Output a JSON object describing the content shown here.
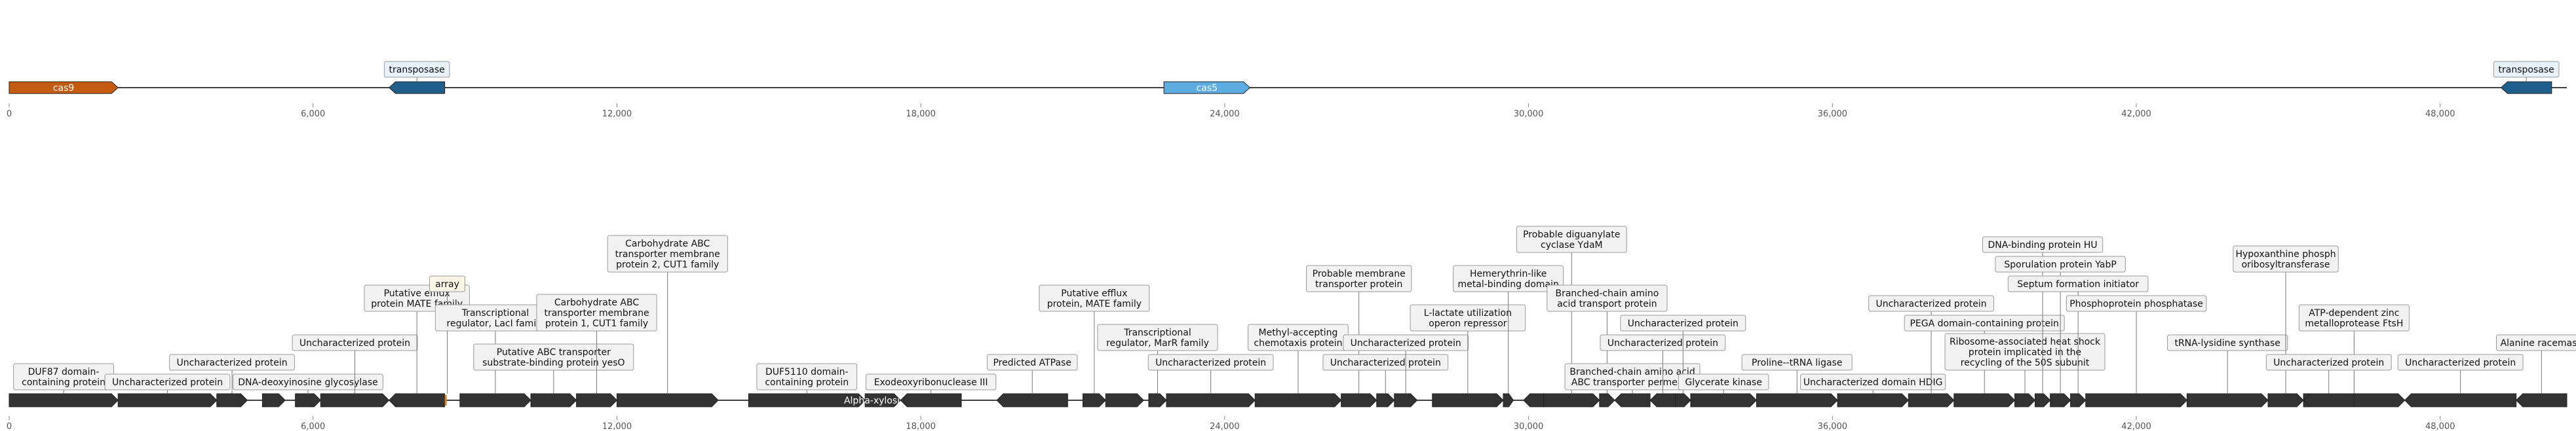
{
  "colors": {
    "backbone": "#000000",
    "gene_default": "#333333",
    "cas9": "#c55a11",
    "cas5": "#5dade2",
    "transposase": "#1f5f8b",
    "array": "#e67e22",
    "label_box": "#f2f2f2",
    "label_border": "#999999",
    "tick_text": "#555555"
  },
  "top_track": {
    "axis": {
      "min": 0,
      "max": 50500,
      "ticks": [
        {
          "value": 0,
          "label": "0"
        },
        {
          "value": 6000,
          "label": "6,000"
        },
        {
          "value": 12000,
          "label": "12,000"
        },
        {
          "value": 18000,
          "label": "18,000"
        },
        {
          "value": 24000,
          "label": "24,000"
        },
        {
          "value": 30000,
          "label": "30,000"
        },
        {
          "value": 36000,
          "label": "36,000"
        },
        {
          "value": 42000,
          "label": "42,000"
        },
        {
          "value": 48000,
          "label": "48,000"
        }
      ]
    },
    "genes": [
      {
        "start": 0,
        "end": 2150,
        "strand": 1,
        "name": "cas9",
        "color_key": "cas9",
        "display": "inside"
      },
      {
        "start": 7500,
        "end": 8600,
        "strand": -1,
        "name": "transposase",
        "color_key": "transposase",
        "display": "above",
        "level": 0
      },
      {
        "start": 22800,
        "end": 24500,
        "strand": 1,
        "name": "cas5",
        "color_key": "cas5",
        "display": "inside"
      },
      {
        "start": 49200,
        "end": 50200,
        "strand": -1,
        "name": "transposase",
        "color_key": "transposase",
        "display": "above",
        "level": 0
      }
    ]
  },
  "bottom_track": {
    "axis": {
      "min": 0,
      "max": 50500,
      "ticks": [
        {
          "value": 0,
          "label": "0"
        },
        {
          "value": 6000,
          "label": "6,000"
        },
        {
          "value": 12000,
          "label": "12,000"
        },
        {
          "value": 18000,
          "label": "18,000"
        },
        {
          "value": 24000,
          "label": "24,000"
        },
        {
          "value": 30000,
          "label": "30,000"
        },
        {
          "value": 36000,
          "label": "36,000"
        },
        {
          "value": 42000,
          "label": "42,000"
        },
        {
          "value": 48000,
          "label": "48,000"
        }
      ]
    },
    "genes": [
      {
        "start": 0,
        "end": 2150,
        "strand": 1,
        "name": "DUF87 domain-|containing protein",
        "display": "above",
        "level": 0
      },
      {
        "start": 2150,
        "end": 4100,
        "strand": 1,
        "name": "Uncharacterized protein",
        "display": "above",
        "level": 0
      },
      {
        "start": 4100,
        "end": 4700,
        "strand": 1,
        "name": "Uncharacterized protein",
        "display": "above",
        "level": 1
      },
      {
        "start": 4100,
        "end": 4700,
        "strand": 1,
        "name": "",
        "display": "none"
      },
      {
        "start": 5000,
        "end": 5450,
        "strand": 1,
        "name": "",
        "display": "none"
      },
      {
        "start": 5650,
        "end": 6150,
        "strand": 1,
        "name": "DNA-deoxyinosine glycosylase",
        "display": "above",
        "level": 0
      },
      {
        "start": 6150,
        "end": 7500,
        "strand": 1,
        "name": "Uncharacterized protein",
        "display": "above",
        "level": 2
      },
      {
        "start": 7500,
        "end": 8600,
        "strand": -1,
        "name": "Putative efflux|protein MATE family",
        "display": "above",
        "level": 4
      },
      {
        "start": 8600,
        "end": 8700,
        "strand": 1,
        "name": "array",
        "color_key": "array",
        "display": "above",
        "level": 5,
        "box": "array"
      },
      {
        "start": 8900,
        "end": 10300,
        "strand": 1,
        "name": "Transcriptional|regulator, LacI family",
        "display": "above",
        "level": 3
      },
      {
        "start": 10300,
        "end": 11200,
        "strand": 1,
        "name": "Putative ABC transporter|substrate-binding protein yesO",
        "display": "above",
        "level": 1
      },
      {
        "start": 11200,
        "end": 12000,
        "strand": 1,
        "name": "Carbohydrate ABC|transporter membrane|protein 1, CUT1 family",
        "display": "above",
        "level": 3
      },
      {
        "start": 12000,
        "end": 14000,
        "strand": 1,
        "name": "Carbohydrate ABC|transporter membrane|protein 2, CUT1 family",
        "display": "above",
        "level": 6
      },
      {
        "start": 14600,
        "end": 16900,
        "strand": 1,
        "name": "DUF5110 domain-|containing protein",
        "display": "above",
        "level": 0
      },
      {
        "start": 16900,
        "end": 17600,
        "strand": 1,
        "name": "Alpha-xylosidase",
        "display": "inside"
      },
      {
        "start": 17600,
        "end": 18800,
        "strand": -1,
        "name": "Exodeoxyribonuclease III",
        "display": "above",
        "level": 0
      },
      {
        "start": 19500,
        "end": 20900,
        "strand": -1,
        "name": "Predicted ATPase",
        "display": "above",
        "level": 1
      },
      {
        "start": 21200,
        "end": 21650,
        "strand": 1,
        "name": "Putative efflux|protein, MATE family",
        "display": "above",
        "level": 4
      },
      {
        "start": 21650,
        "end": 22400,
        "strand": 1,
        "name": "",
        "display": "none"
      },
      {
        "start": 22500,
        "end": 22850,
        "strand": 1,
        "name": "Transcriptional|regulator, MarR family",
        "display": "above",
        "level": 2
      },
      {
        "start": 22850,
        "end": 24600,
        "strand": 1,
        "name": "Uncharacterized protein",
        "display": "above",
        "level": 1
      },
      {
        "start": 24600,
        "end": 26300,
        "strand": 1,
        "name": "Methyl-accepting|chemotaxis protein",
        "display": "above",
        "level": 2
      },
      {
        "start": 26300,
        "end": 27000,
        "strand": 1,
        "name": "Probable membrane|transporter protein",
        "display": "above",
        "level": 5
      },
      {
        "start": 27000,
        "end": 27350,
        "strand": 1,
        "name": "Uncharacterized protein",
        "display": "above",
        "level": 1
      },
      {
        "start": 27350,
        "end": 27800,
        "strand": 1,
        "name": "Uncharacterized protein",
        "display": "above",
        "level": 2
      },
      {
        "start": 28100,
        "end": 29500,
        "strand": 1,
        "name": "L-lactate utilization|operon repressor",
        "display": "above",
        "level": 3
      },
      {
        "start": 29500,
        "end": 29700,
        "strand": 1,
        "name": "Hemerythrin-like|metal-binding domain",
        "display": "above",
        "level": 5
      },
      {
        "start": 29900,
        "end": 30300,
        "strand": -1,
        "name": "",
        "display": "none"
      },
      {
        "start": 30300,
        "end": 31400,
        "strand": 1,
        "name": "Probable diguanylate|cyclase YdaM",
        "display": "above",
        "level": 7
      },
      {
        "start": 31400,
        "end": 31700,
        "strand": 1,
        "name": "Branched-chain amino|acid transport protein",
        "display": "above",
        "level": 4
      },
      {
        "start": 31700,
        "end": 32400,
        "strand": -1,
        "name": "Branched-chain amino acid|ABC transporter permease",
        "display": "above",
        "level": 0
      },
      {
        "start": 32400,
        "end": 32900,
        "strand": -1,
        "name": "Uncharacterized protein",
        "display": "above",
        "level": 2
      },
      {
        "start": 32900,
        "end": 33200,
        "strand": 1,
        "name": "Uncharacterized protein",
        "display": "above",
        "level": 3
      },
      {
        "start": 33200,
        "end": 34500,
        "strand": 1,
        "name": "Glycerate kinase",
        "display": "above",
        "level": 0
      },
      {
        "start": 34500,
        "end": 36100,
        "strand": 1,
        "name": "Proline--tRNA ligase",
        "display": "above",
        "level": 1
      },
      {
        "start": 36100,
        "end": 37500,
        "strand": 1,
        "name": "Uncharacterized domain HDIG",
        "display": "above",
        "level": 0
      },
      {
        "start": 37500,
        "end": 38400,
        "strand": 1,
        "name": "Uncharacterized protein",
        "display": "above",
        "level": 4
      },
      {
        "start": 38400,
        "end": 39600,
        "strand": 1,
        "name": "PEGA domain-containing protein",
        "display": "above",
        "level": 3
      },
      {
        "start": 39600,
        "end": 40000,
        "strand": 1,
        "name": "Ribosome-associated heat shock|protein implicated in the|recycling of the 50S subunit",
        "display": "above",
        "level": 1
      },
      {
        "start": 40000,
        "end": 40300,
        "strand": 1,
        "name": "DNA-binding protein HU",
        "display": "above",
        "level": 7
      },
      {
        "start": 40300,
        "end": 40700,
        "strand": 1,
        "name": "Sporulation protein YabP",
        "display": "above",
        "level": 6
      },
      {
        "start": 40700,
        "end": 41000,
        "strand": 1,
        "name": "Septum formation initiator",
        "display": "above",
        "level": 5
      },
      {
        "start": 41000,
        "end": 43000,
        "strand": 1,
        "name": "Phosphoprotein phosphatase",
        "display": "above",
        "level": 4
      },
      {
        "start": 43000,
        "end": 44600,
        "strand": 1,
        "name": "tRNA-lysidine synthase",
        "display": "above",
        "level": 2
      },
      {
        "start": 44600,
        "end": 45300,
        "strand": 1,
        "name": "Hypoxanthine phosph|oribosyltransferase",
        "display": "above",
        "level": 6
      },
      {
        "start": 45300,
        "end": 47300,
        "strand": 1,
        "name": "ATP-dependent zinc|metalloprotease FtsH",
        "display": "above",
        "level": 3
      },
      {
        "start": 45300,
        "end": 46300,
        "strand": -1,
        "name": "Uncharacterized protein",
        "display": "above",
        "level": 1
      },
      {
        "start": 47300,
        "end": 49500,
        "strand": -1,
        "name": "Uncharacterized protein",
        "display": "above",
        "level": 1
      },
      {
        "start": 49500,
        "end": 50500,
        "strand": -1,
        "name": "Alanine racemase",
        "display": "above",
        "level": 2
      }
    ]
  }
}
